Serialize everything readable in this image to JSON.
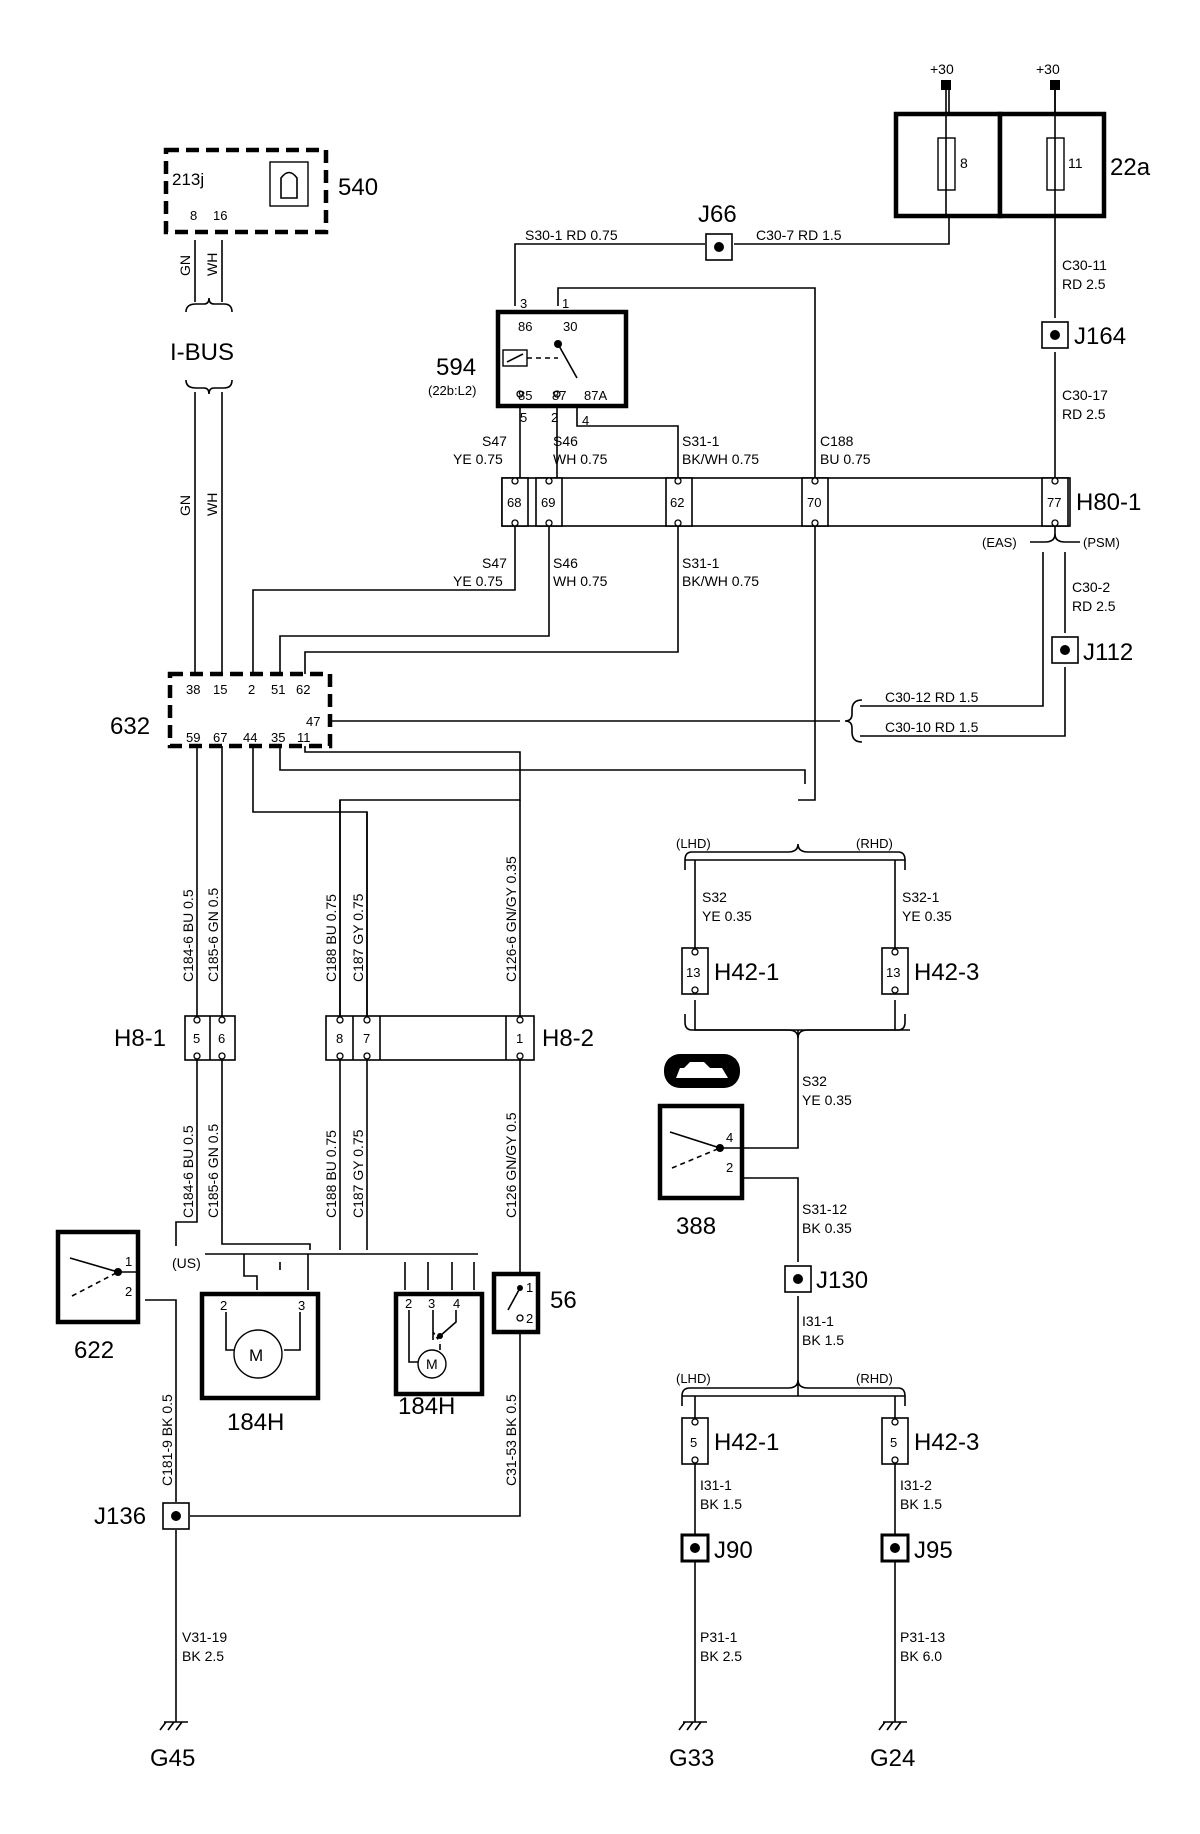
{
  "components": {
    "fuse_box": {
      "id": "22a",
      "supply_left": "+30",
      "supply_right": "+30",
      "fuse_left": "8",
      "fuse_right": "11"
    },
    "c540": {
      "id": "540",
      "sub": "213j",
      "pin_a": "8",
      "pin_b": "16"
    },
    "ibus": {
      "label": "I-BUS",
      "wire_gn": "GN",
      "wire_wh": "WH"
    },
    "relay": {
      "id": "594",
      "ref": "(22b:L2)",
      "p86": "86",
      "p30": "30",
      "p85": "85",
      "p87": "87",
      "p87a": "87A",
      "n3": "3",
      "n1": "1",
      "n5": "5",
      "n2": "2",
      "n4": "4"
    },
    "c632": {
      "id": "632",
      "top_pins": [
        "38",
        "15",
        "2",
        "51",
        "62"
      ],
      "bot_pins": [
        "59",
        "67",
        "44",
        "35",
        "11"
      ],
      "side_pin": "47"
    },
    "h80": {
      "id": "H80-1",
      "pins": [
        "68",
        "69",
        "62",
        "70",
        "77"
      ],
      "eas": "(EAS)",
      "psm": "(PSM)"
    },
    "h8_1": {
      "id": "H8-1",
      "pins": [
        "5",
        "6"
      ]
    },
    "h8_2": {
      "id": "H8-2",
      "pins": [
        "8",
        "7",
        "1"
      ]
    },
    "s622": {
      "id": "622",
      "p1": "1",
      "p2": "2"
    },
    "m184_left": {
      "id": "184H",
      "p2": "2",
      "p3": "3",
      "m": "M"
    },
    "m184_right": {
      "id": "184H",
      "p2": "2",
      "p3": "3",
      "p4": "4",
      "m": "M"
    },
    "s56": {
      "id": "56",
      "p1": "1",
      "p2": "2"
    },
    "s388": {
      "id": "388",
      "p4": "4",
      "p2": "2"
    },
    "h42_top": {
      "left_id": "H42-1",
      "right_id": "H42-3",
      "pin": "13",
      "lhd": "(LHD)",
      "rhd": "(RHD)"
    },
    "h42_bot": {
      "left_id": "H42-1",
      "right_id": "H42-3",
      "pin": "5",
      "lhd": "(LHD)",
      "rhd": "(RHD)"
    },
    "us_label": "(US)",
    "junctions": {
      "j66": "J66",
      "j164": "J164",
      "j112": "J112",
      "j130": "J130",
      "j136": "J136",
      "j90": "J90",
      "j95": "J95"
    },
    "grounds": {
      "g45": "G45",
      "g33": "G33",
      "g24": "G24"
    },
    "wires": {
      "s30_1": "S30-1  RD  0.75",
      "c30_7": "C30-7  RD  1.5",
      "c30_11": [
        "C30-11",
        "RD 2.5"
      ],
      "c30_17": [
        "C30-17",
        "RD 2.5"
      ],
      "c30_2": [
        "C30-2",
        "RD 2.5"
      ],
      "s47": [
        "S47",
        "YE  0.75"
      ],
      "s46": [
        "S46",
        "WH  0.75"
      ],
      "s31_1": [
        "S31-1",
        "BK/WH  0.75"
      ],
      "c188_top": [
        "C188",
        "BU  0.75"
      ],
      "c30_12": "C30-12   RD   1.5",
      "c30_10": "C30-10   RD   1.5",
      "c184_6": "C184-6  BU  0.5",
      "c185_6": "C185-6  GN  0.5",
      "c188_v": "C188  BU  0.75",
      "c187_v": "C187  GY  0.75",
      "c126_6": "C126-6  GN/GY  0.35",
      "c126": "C126  GN/GY  0.5",
      "c181_9": "C181-9  BK  0.5",
      "c31_53": "C31-53  BK  0.5",
      "s32_l": [
        "S32",
        "YE  0.35"
      ],
      "s32_1": [
        "S32-1",
        "YE  0.35"
      ],
      "s32_m": [
        "S32",
        "YE  0.35"
      ],
      "s31_12": [
        "S31-12",
        "BK  0.35"
      ],
      "i31_1a": [
        "I31-1",
        "BK  1.5"
      ],
      "i31_1b": [
        "I31-1",
        "BK  1.5"
      ],
      "i31_2": [
        "I31-2",
        "BK  1.5"
      ],
      "v31_19": [
        "V31-19",
        "BK  2.5"
      ],
      "p31_1": [
        "P31-1",
        "BK  2.5"
      ],
      "p31_13": [
        "P31-13",
        "BK  6.0"
      ]
    }
  }
}
